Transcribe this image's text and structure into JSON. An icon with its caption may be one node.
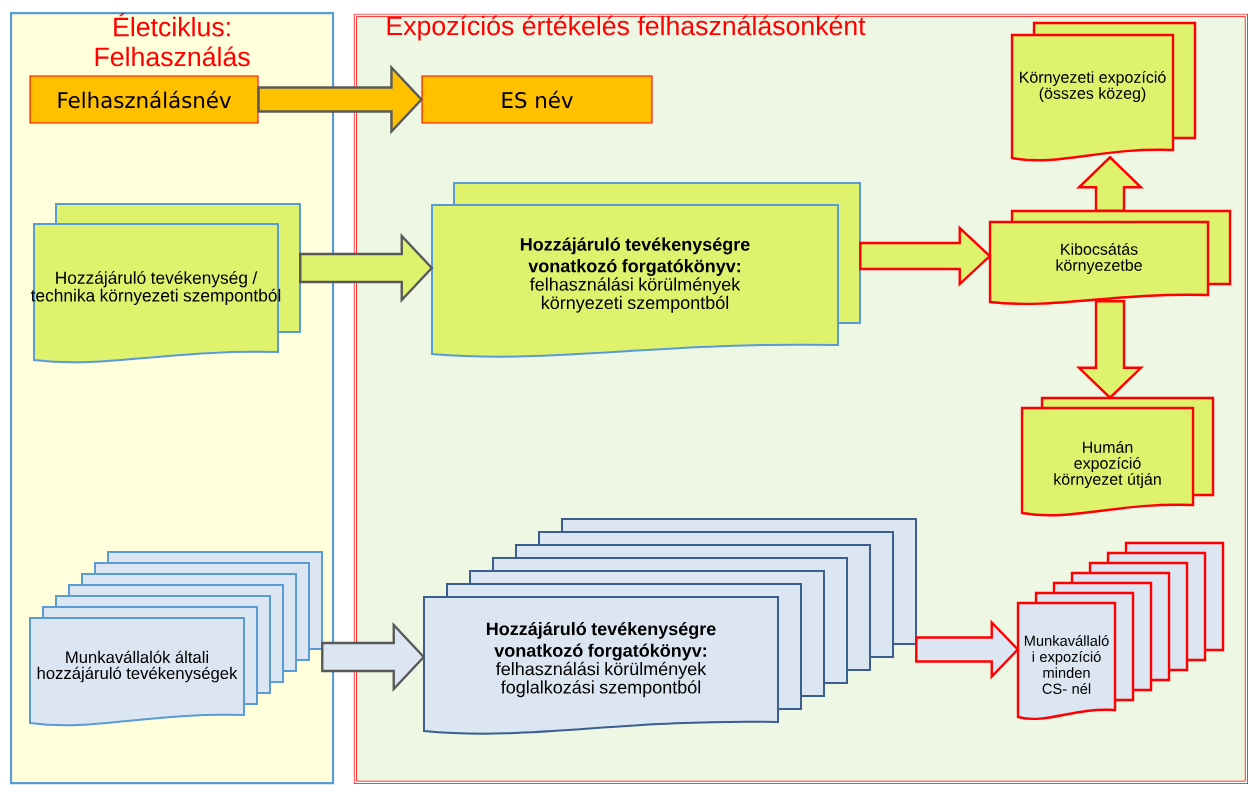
{
  "diagram": {
    "nodes": [
      {
        "text": [
          "Életciklus: Felhasználás"
        ]
      },
      {
        "text": [
          "Expozíciós értékelés felhasználásonként"
        ]
      },
      {
        "text": [
          "Felhasználásnév"
        ],
        "in": 0
      },
      {
        "text": [
          "ES név"
        ],
        "in": 1
      },
      {
        "text": [
          "Hozzájáruló tevékenység / technika környezeti szempontból"
        ],
        "in": 0
      },
      {
        "text": [
          "Hozzájáruló tevékenységre vonatkozó forgatókönyv:",
          "felhasználási körülmények környezeti szempontból"
        ],
        "in": 1
      },
      {
        "text": [
          "Környezeti expozíció (összes közeg)"
        ],
        "in": 1
      },
      {
        "text": [
          "Kibocsátás környezetbe"
        ],
        "in": 1
      },
      {
        "text": [
          "Humán expozíció környezet útján"
        ],
        "in": 1
      },
      {
        "text": [
          "Munkavállalók általi hozzájáruló tevékenységek"
        ],
        "in": 0
      },
      {
        "text": [
          "Hozzájáruló tevékenységre vonatkozó forgatókönyv:",
          "felhasználási körülmények foglalkozási szempontból"
        ],
        "in": 1
      },
      {
        "text": [
          "Munkavállaló i expozíció minden CS- nél"
        ],
        "in": 1
      }
    ],
    "edges": [
      {
        "from": 2,
        "to": 3,
        "arrow": "to",
        "color": "#ffc000"
      },
      {
        "from": 4,
        "to": 5,
        "arrow": "to"
      },
      {
        "from": 5,
        "to": 7,
        "arrow": "to"
      },
      {
        "from": 7,
        "to": 6,
        "arrow": "to"
      },
      {
        "from": 7,
        "to": 8,
        "arrow": "to"
      },
      {
        "from": 9,
        "to": 10,
        "arrow": "to",
        "color": "#dce6f2"
      },
      {
        "from": 10,
        "to": 11,
        "arrow": "to",
        "color": "#dce6f2"
      }
    ]
  }
}
